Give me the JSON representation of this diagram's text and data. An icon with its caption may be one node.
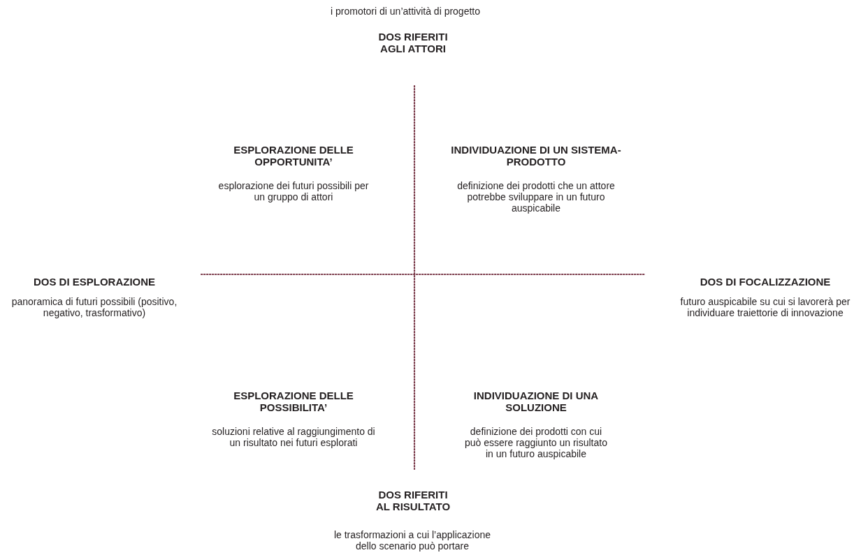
{
  "diagram": {
    "labels": [
      "i promotori di un’attività di progetto",
      "DOS RIFERITI AGLI ATTORI",
      "ESPLORAZIONE DELLE OPPORTUNITA’",
      "INDIVIDUAZIONE DI UN SISTEMA-PRODOTTO",
      "esplorazione dei futuri possibili per un gruppo di attori",
      "definizione dei prodotti che un attore potrebbe sviluppare in un futuro auspicabile",
      "DOS DI ESPLORAZIONE",
      "DOS DI FOCALIZZAZIONE",
      "panoramica di futuri possibili (positivo, negativo, trasformativo)",
      "futuro auspicabile su cui si lavorerà per individuare traiettorie di innovazione",
      "ESPLORAZIONE DELLE POSSIBILITA’",
      "INDIVIDUAZIONE DI UNA SOLUZIONE",
      "soluzioni relative al raggiungimento di un risultato nei futuri esplorati",
      "definizione dei prodotti con cui può essere raggiunto un risultato in un futuro auspicabile",
      "DOS RIFERITI AL RISULTATO",
      "le trasformazioni a cui l’applicazione dello scenario può portare"
    ]
  }
}
